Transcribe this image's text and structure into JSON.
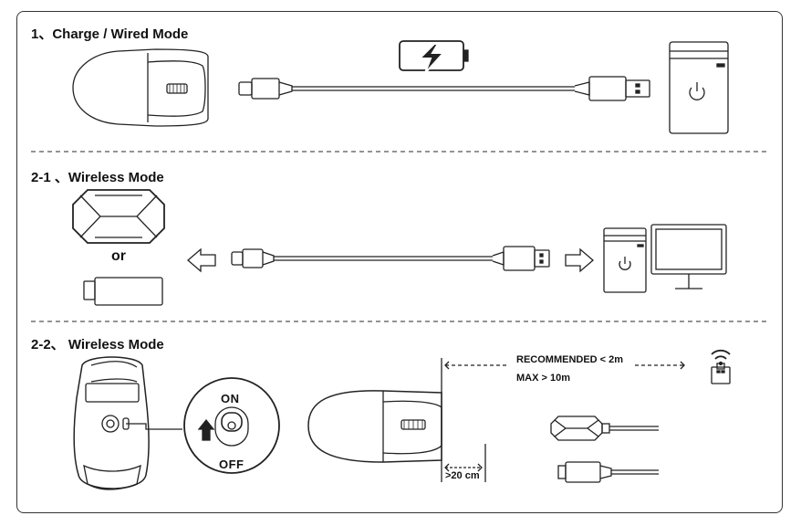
{
  "sections": [
    {
      "title": "1、Charge / Wired Mode"
    },
    {
      "title": "2-1 、Wireless Mode"
    },
    {
      "title": "2-2、 Wireless Mode"
    }
  ],
  "or_label": "or",
  "switch": {
    "on": "ON",
    "off": "OFF"
  },
  "range": {
    "recommended": "RECOMMENDED < 2m",
    "max": "MAX > 10m"
  },
  "distance": ">20 cm",
  "colors": {
    "stroke": "#222222",
    "frame": "#333333",
    "divider": "#555555"
  }
}
